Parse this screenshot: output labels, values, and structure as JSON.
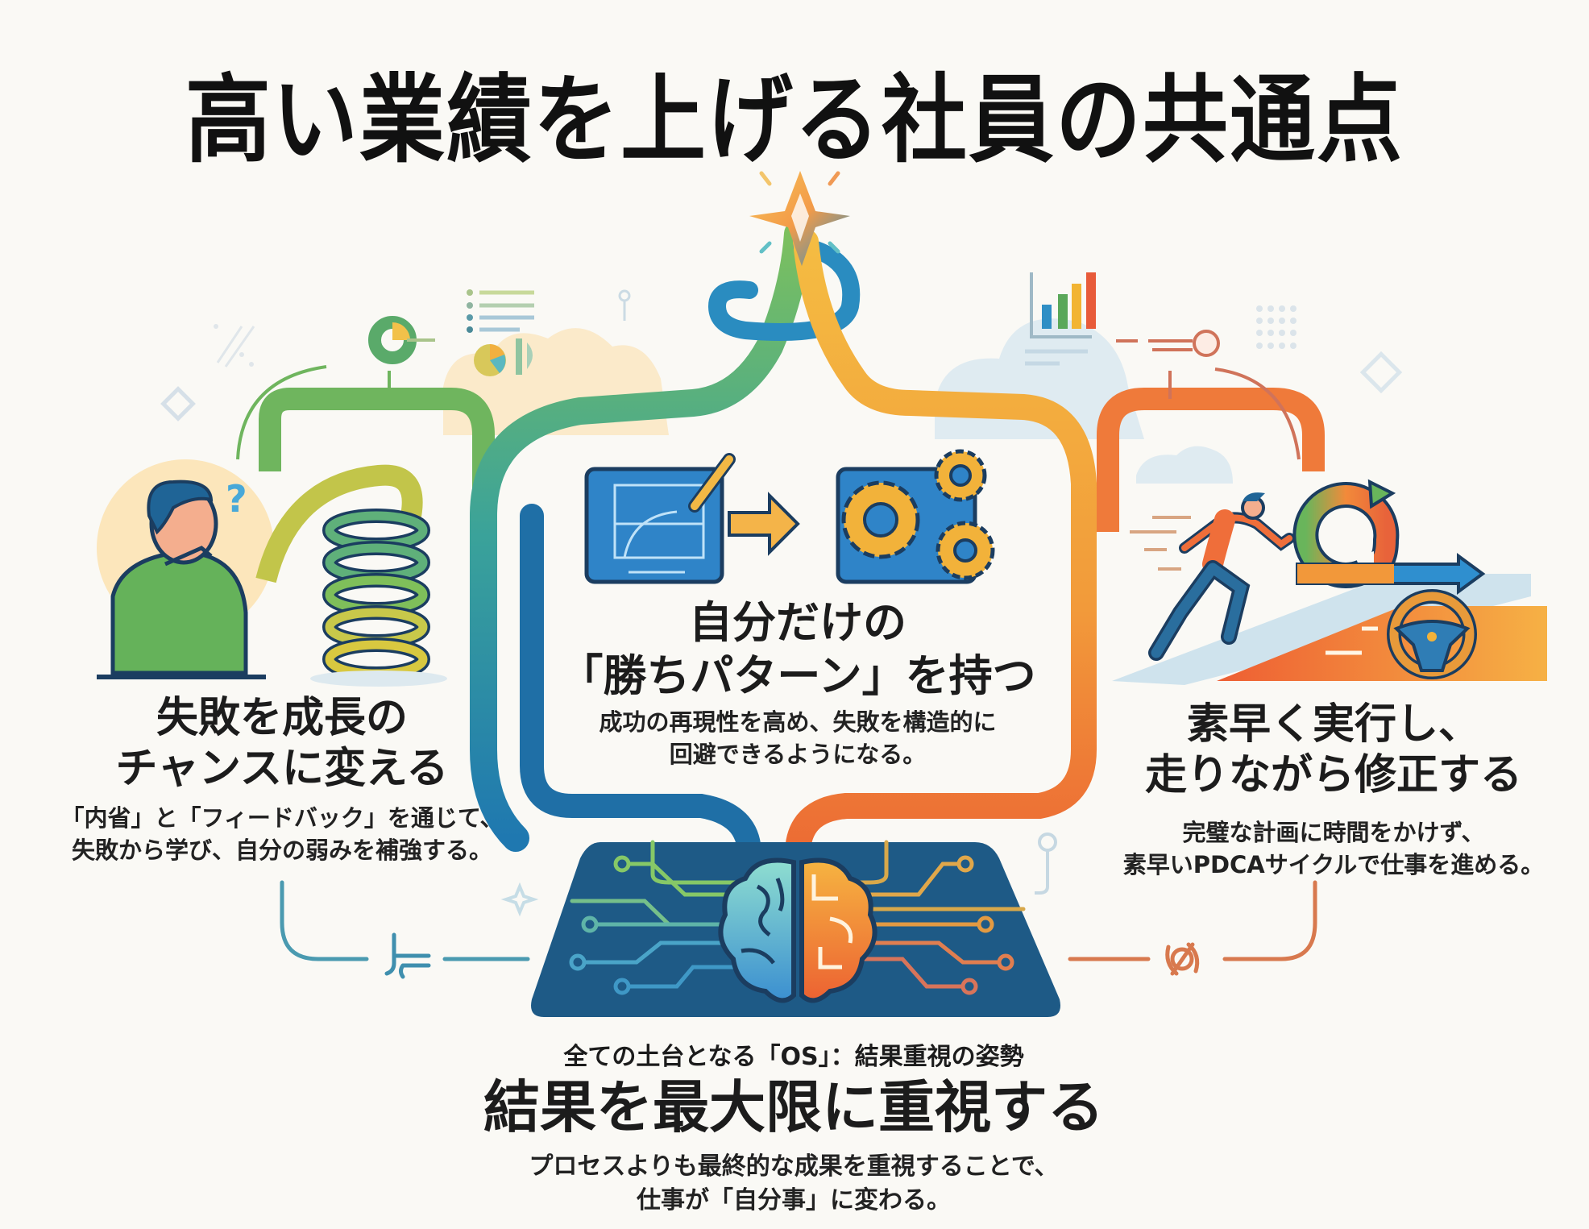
{
  "title": "高い業績を上げる社員の共通点",
  "colors": {
    "background": "#faf9f5",
    "green": "#6cb55a",
    "teal": "#2f8fb0",
    "blue": "#1f6f9f",
    "navy": "#1e4f78",
    "yellow": "#f2b740",
    "orange": "#ef7a3a",
    "red_orange": "#e8633a"
  },
  "sections": {
    "left": {
      "icon": "thinking-person-and-spring",
      "heading_lines": [
        "失敗を成長の",
        "チャンスに変える"
      ],
      "desc_lines": [
        "「内省」と「フィードバック」を通じて、",
        "失敗から学び、自分の弱みを補強する。"
      ]
    },
    "center": {
      "icon": "blueprint-to-gears",
      "heading_lines": [
        "自分だけの",
        "「勝ちパターン」を持つ"
      ],
      "desc_lines": [
        "成功の再現性を高め、失敗を構造的に",
        "回避できるようになる。"
      ]
    },
    "right": {
      "icon": "runner-pdca-cycle-steering-wheel",
      "heading_lines": [
        "素早く実行し、",
        "走りながら修正する"
      ],
      "desc_lines": [
        "完璧な計画に時間をかけず、",
        "素早いPDCAサイクルで仕事を進める。"
      ]
    },
    "bottom": {
      "icon": "brain-circuit-board",
      "kicker": "全ての土台となる「OS」：結果重視の姿勢",
      "heading": "結果を最大限に重視する",
      "desc_lines": [
        "プロセスよりも最終的な成果を重視することで、",
        "仕事が「自分事」に変わる。"
      ]
    }
  },
  "decorations": {
    "top_icon": "star-with-ribbons",
    "left_small_icons": [
      "donut-chart",
      "list-lines",
      "pie-chart",
      "diamond",
      "question-mark"
    ],
    "right_small_icons": [
      "bar-chart",
      "stopwatch",
      "dot-grid",
      "diamond",
      "cloud"
    ]
  }
}
